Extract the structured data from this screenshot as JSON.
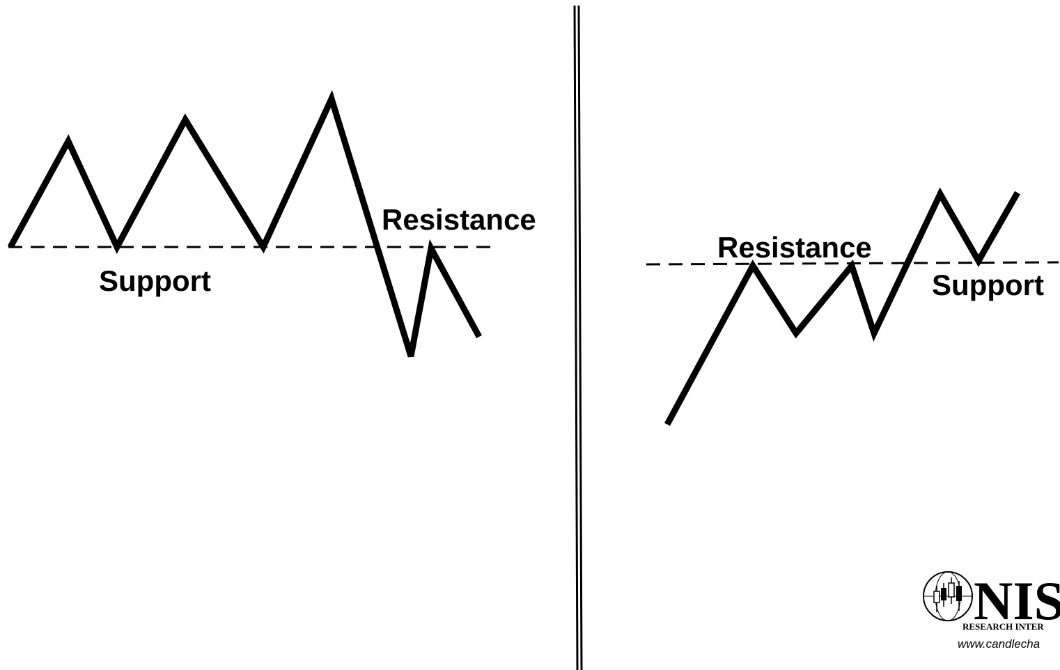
{
  "left_panel": {
    "support_label": "Support",
    "resistance_label": "Resistance"
  },
  "right_panel": {
    "resistance_label": "Resistance",
    "support_label": "Support"
  },
  "logo": {
    "brand": "NIS",
    "tagline": "RESEARCH INTER",
    "url": "www.candlecha"
  },
  "colors": {
    "line": "#000000",
    "background": "#ffffff"
  }
}
